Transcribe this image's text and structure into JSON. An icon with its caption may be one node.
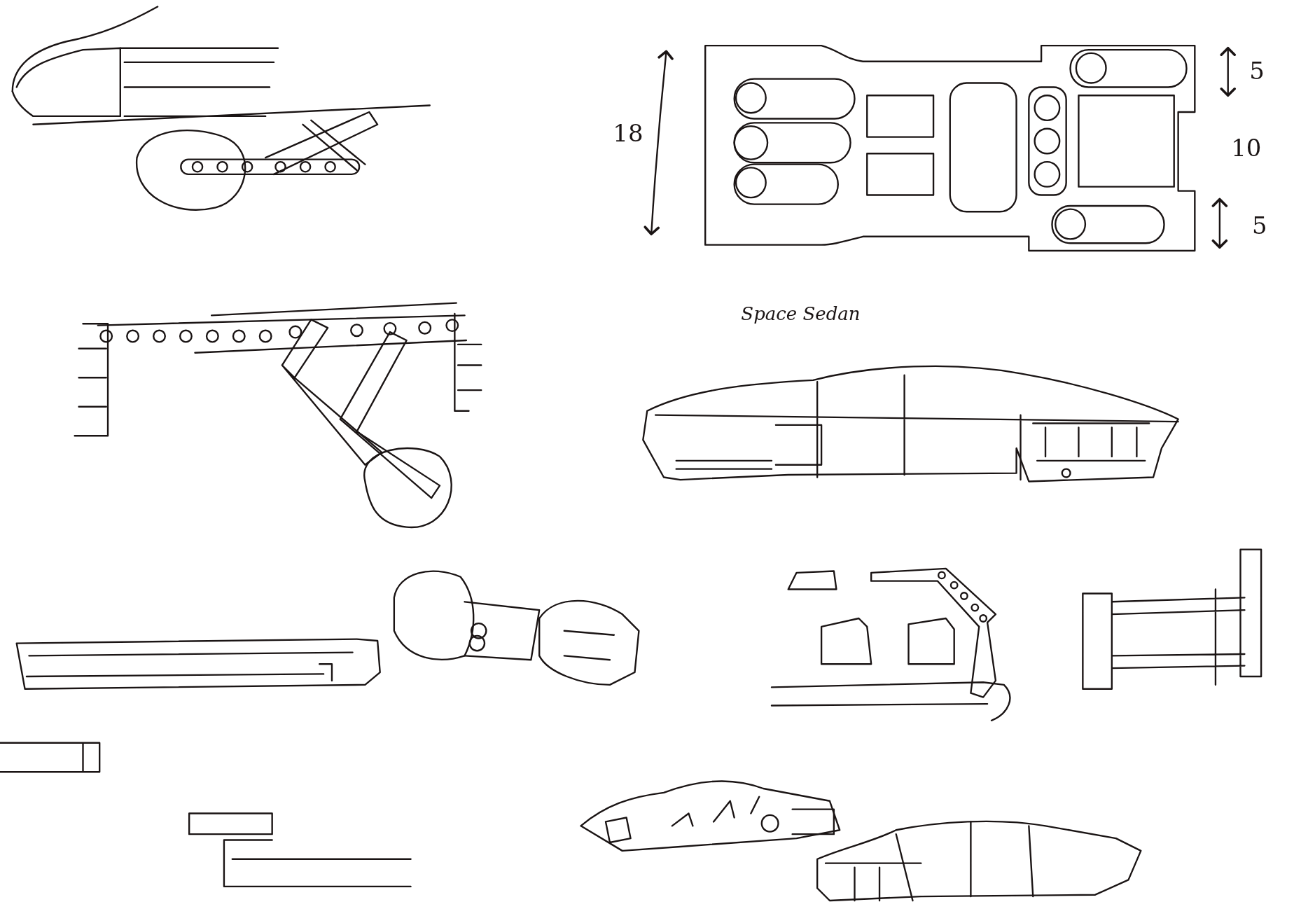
{
  "diagram": {
    "labels": [
      "18",
      "5",
      "10",
      "5",
      "Space Sedan"
    ]
  }
}
